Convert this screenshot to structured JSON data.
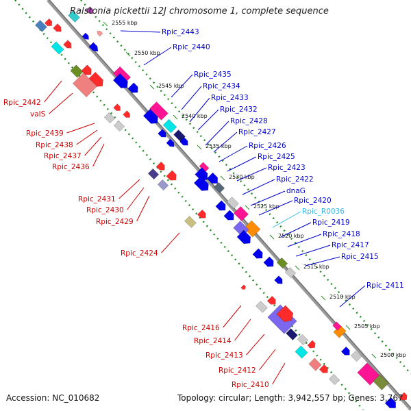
{
  "title": "Ralstonia pickettii 12J chromosome 1, complete sequence",
  "footer": {
    "accession": "Accession: NC_010682",
    "topology": "Topology: circular; Length: 3,942,557 bp; Genes: 3,767"
  },
  "colors": {
    "forward_label": "#0000cc",
    "reverse_label": "#cc0000",
    "rna_label": "#33bbee",
    "backbone": "#999999",
    "tick": "#228b22"
  },
  "ticks": [
    "2555 kbp",
    "2550 kbp",
    "2545 kbp",
    "2540 kbp",
    "2535 kbp",
    "2530 kbp",
    "2525 kbp",
    "2520 kbp",
    "2515 kbp",
    "2510 kbp",
    "2505 kbp",
    "2500 kbp"
  ],
  "forward_genes": [
    "Rpic_2443",
    "Rpic_2440",
    "Rpic_2435",
    "Rpic_2434",
    "Rpic_2433",
    "Rpic_2432",
    "Rpic_2428",
    "Rpic_2427",
    "Rpic_2426",
    "Rpic_2425",
    "Rpic_2423",
    "Rpic_2422",
    "dnaG",
    "Rpic_2420",
    "Rpic_R0036",
    "Rpic_2419",
    "Rpic_2418",
    "Rpic_2417",
    "Rpic_2415",
    "Rpic_2411"
  ],
  "reverse_genes": [
    "Rpic_2442",
    "valS",
    "Rpic_2439",
    "Rpic_2438",
    "Rpic_2437",
    "Rpic_2436",
    "Rpic_2431",
    "Rpic_2430",
    "Rpic_2429",
    "Rpic_2424",
    "Rpic_2416",
    "Rpic_2414",
    "Rpic_2413",
    "Rpic_2412",
    "Rpic_2410"
  ]
}
